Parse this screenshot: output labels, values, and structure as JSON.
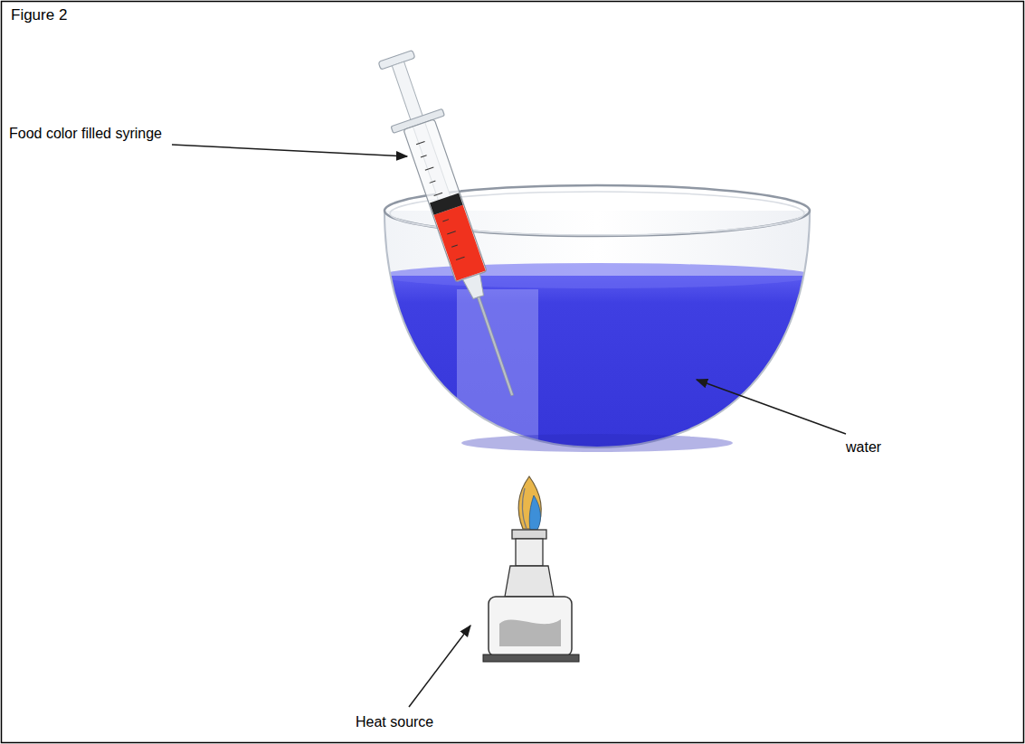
{
  "diagram": {
    "title": "Figure 2",
    "labels": [
      "Food color filled syringe",
      "water",
      "Heat source"
    ]
  }
}
